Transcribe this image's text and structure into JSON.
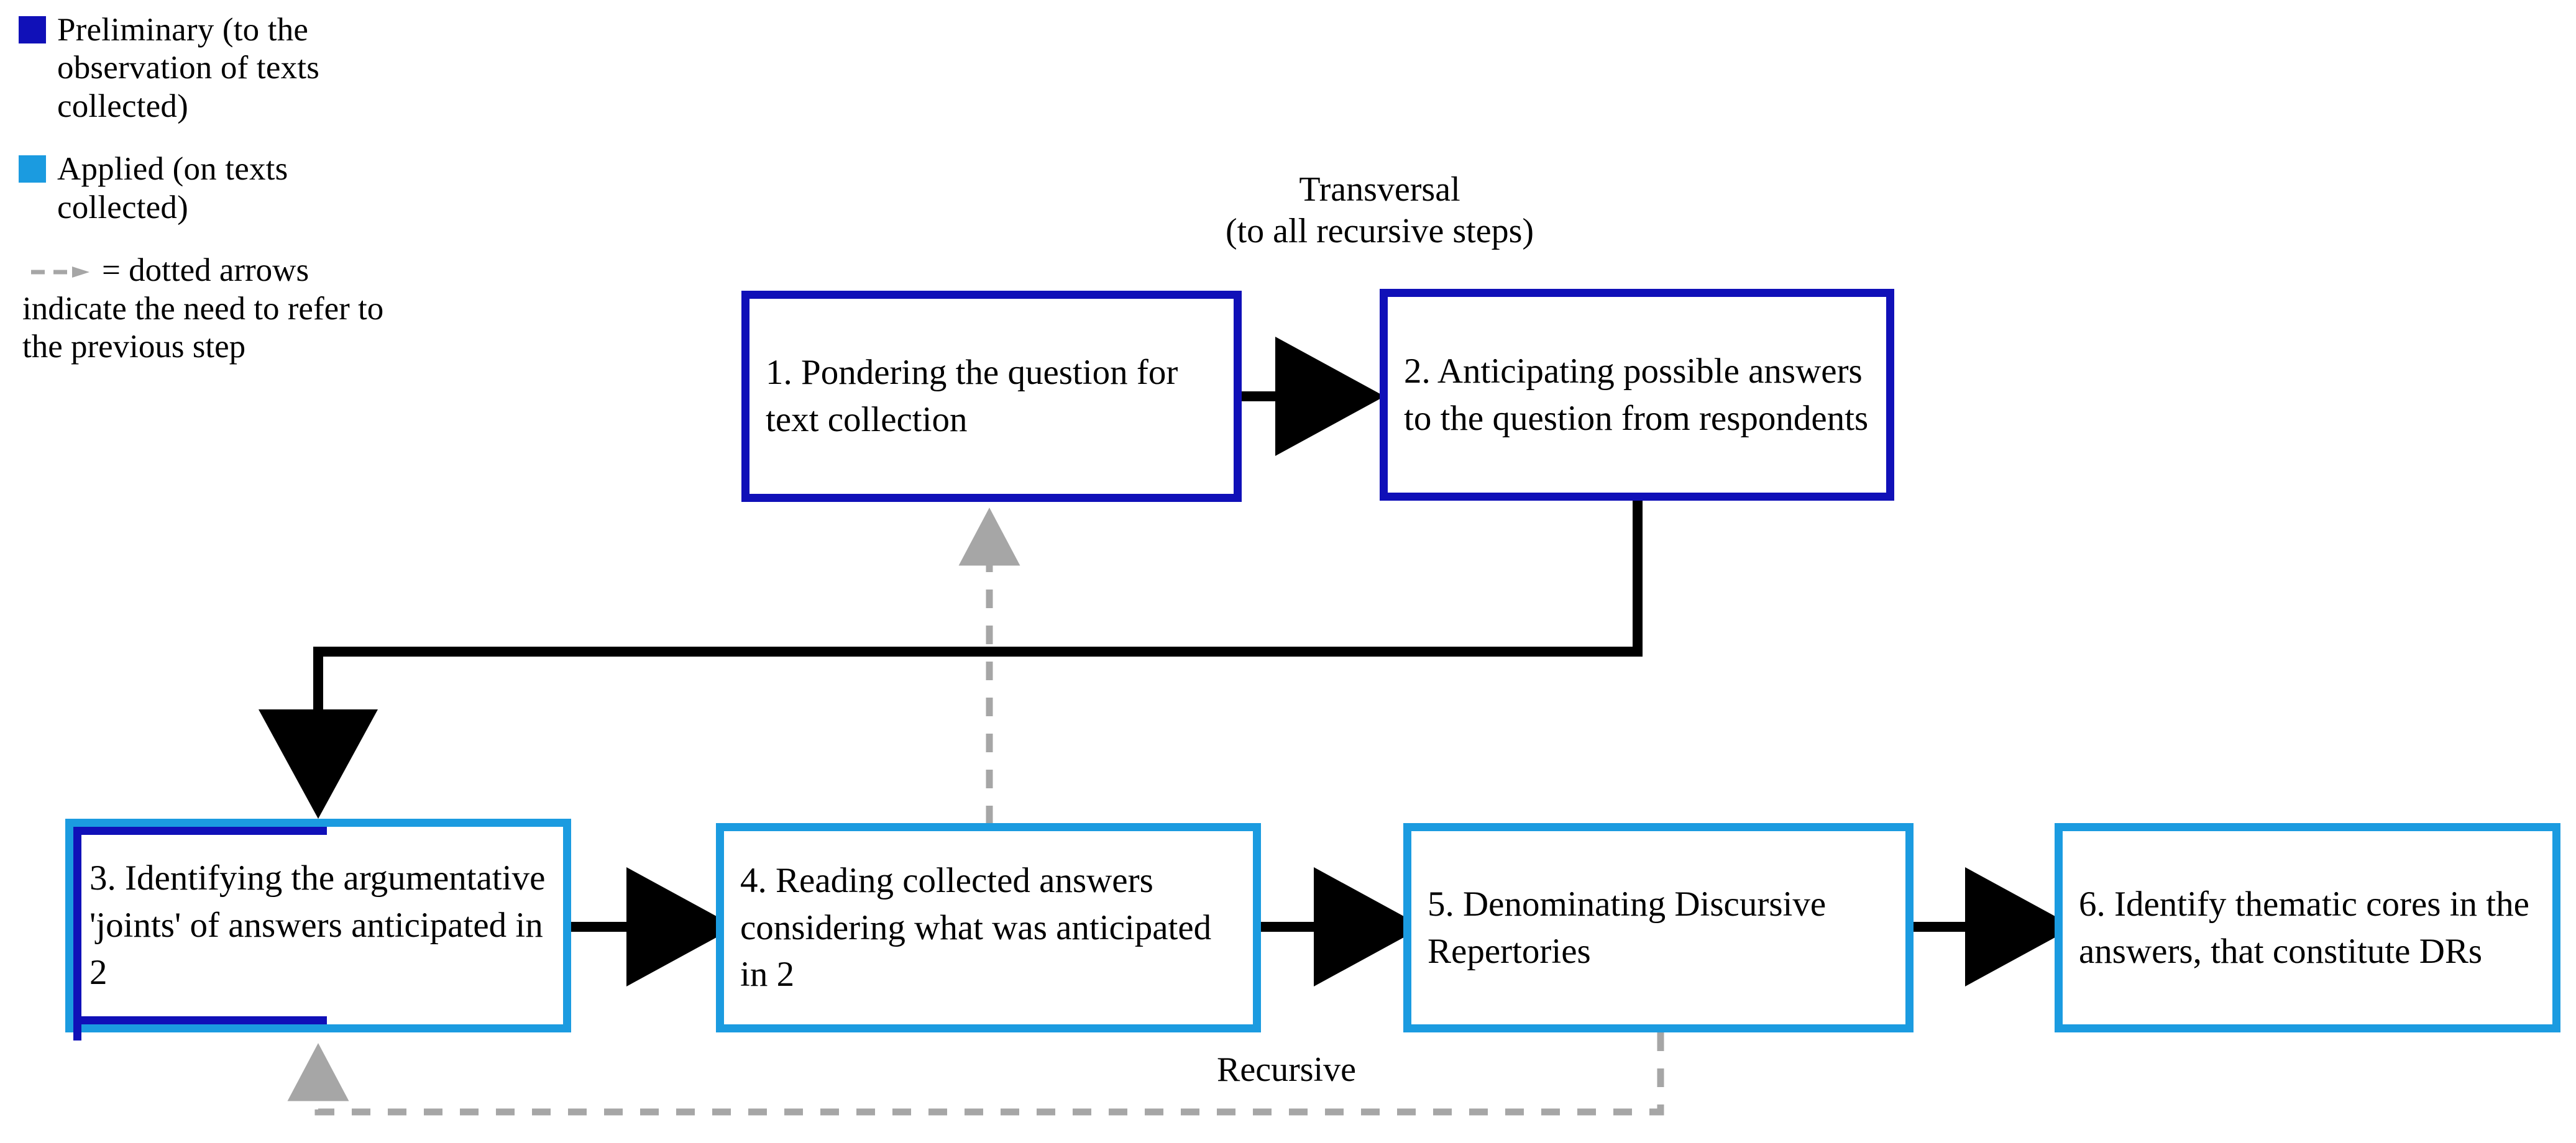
{
  "legend": {
    "items": [
      {
        "color": "#1010b8",
        "label": "Preliminary (to the observation of texts collected)",
        "swatch_name": "preliminary-swatch"
      },
      {
        "color": "#1b9be0",
        "label": "Applied (on texts collected)",
        "swatch_name": "applied-swatch"
      }
    ],
    "dotted_note": "= dotted arrows indicate the need to refer to the previous step",
    "dotted_color": "#a6a6a6"
  },
  "headings": {
    "transversal_line1": "Transversal",
    "transversal_line2": "(to all recursive steps)",
    "recursive": "Recursive"
  },
  "nodes": [
    {
      "id": "step-1",
      "label": "1. Pondering the question for text collection",
      "style": "prelim",
      "color": "#1010b8"
    },
    {
      "id": "step-2",
      "label": "2. Anticipating possible answers to the question from respondents",
      "style": "prelim",
      "color": "#1010b8"
    },
    {
      "id": "step-3",
      "label": "3. Identifying the argumentative 'joints' of answers anticipated in 2",
      "style": "split",
      "color": "#1010b8",
      "color_secondary": "#1b9be0"
    },
    {
      "id": "step-4",
      "label": "4. Reading collected answers considering what was anticipated in 2",
      "style": "applied",
      "color": "#1b9be0"
    },
    {
      "id": "step-5",
      "label": "5. Denominating Discursive Repertories",
      "style": "applied",
      "color": "#1b9be0"
    },
    {
      "id": "step-6",
      "label": "6. Identify thematic cores in the answers, that constitute DRs",
      "style": "applied",
      "color": "#1b9be0"
    }
  ],
  "edges": [
    {
      "id": "edge-1-to-2",
      "from": "step-1",
      "to": "step-2",
      "kind": "solid",
      "color": "#000000"
    },
    {
      "id": "edge-2-to-3",
      "from": "step-2",
      "to": "step-3",
      "kind": "solid-elbow",
      "color": "#000000"
    },
    {
      "id": "edge-3-to-4",
      "from": "step-3",
      "to": "step-4",
      "kind": "solid",
      "color": "#000000"
    },
    {
      "id": "edge-4-to-5",
      "from": "step-4",
      "to": "step-5",
      "kind": "solid",
      "color": "#000000"
    },
    {
      "id": "edge-5-to-6",
      "from": "step-5",
      "to": "step-6",
      "kind": "solid",
      "color": "#000000"
    },
    {
      "id": "edge-4-back-to-1",
      "from": "step-4",
      "to": "step-1",
      "kind": "dotted",
      "color": "#a6a6a6"
    },
    {
      "id": "edge-5-back-to-3",
      "from": "step-5",
      "to": "step-3",
      "kind": "dotted-elbow",
      "color": "#a6a6a6"
    }
  ]
}
